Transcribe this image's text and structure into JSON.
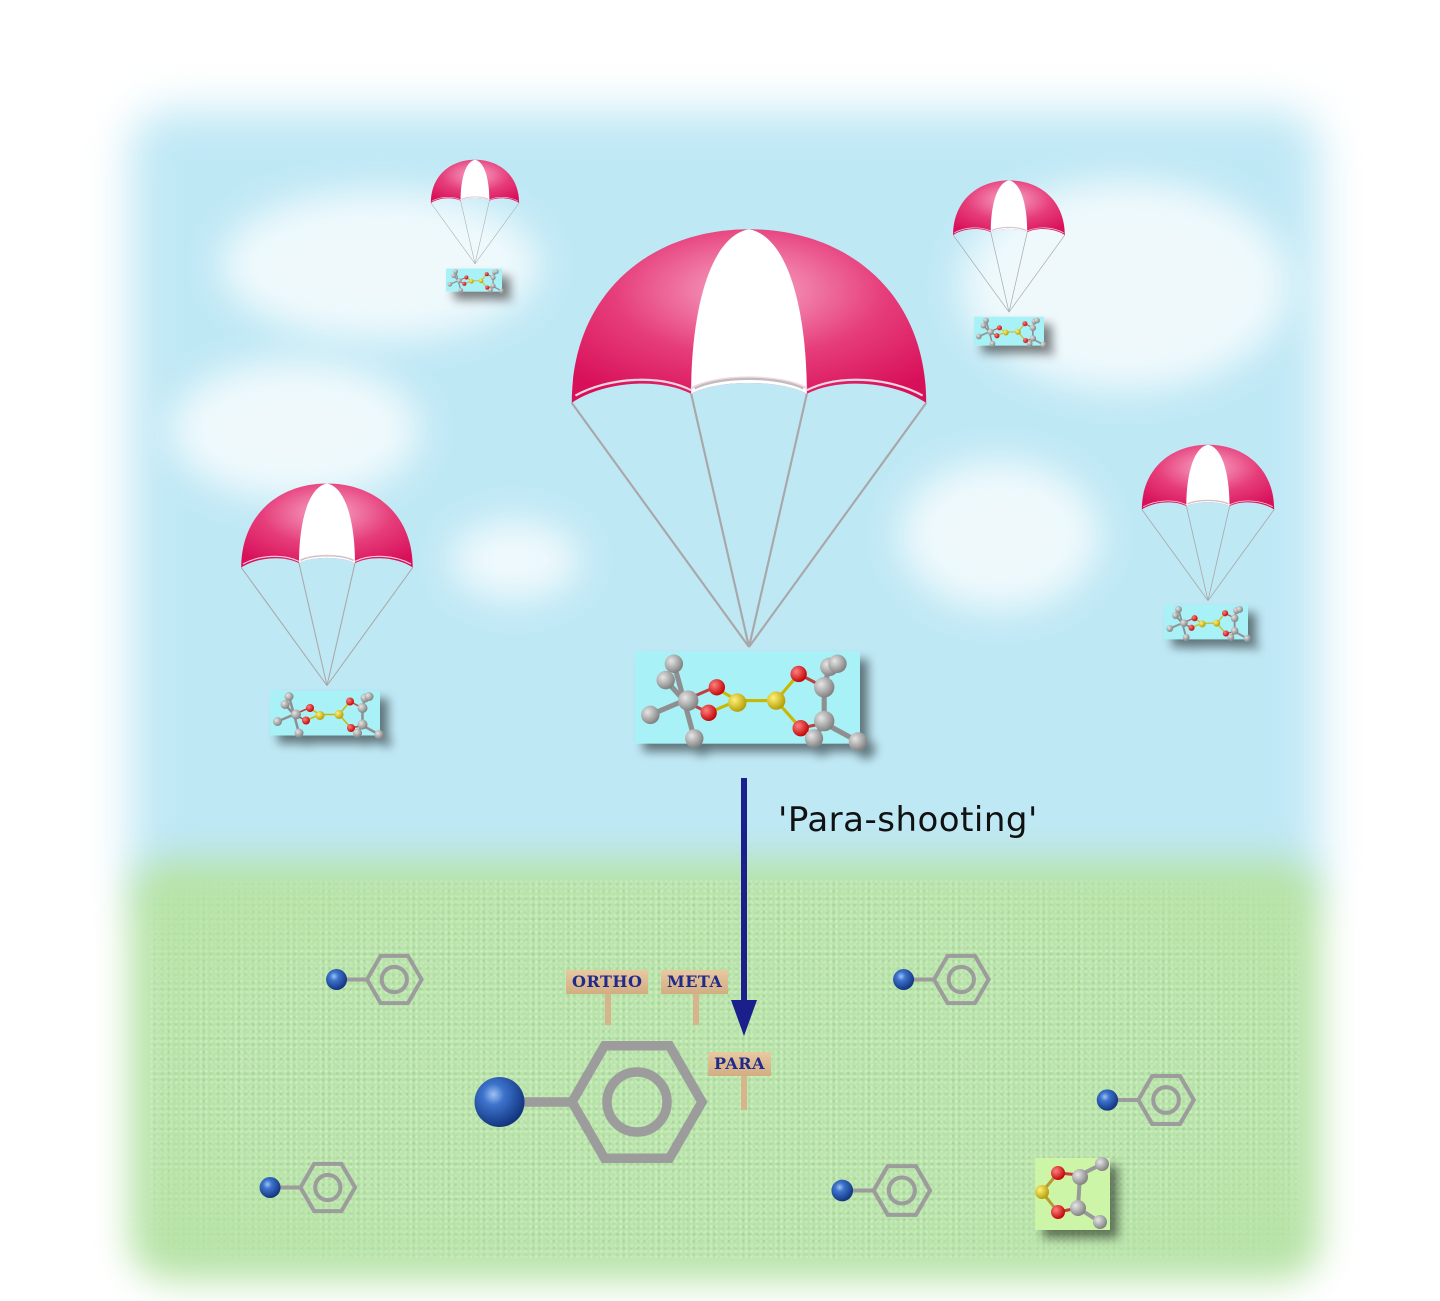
{
  "figure": {
    "annotation": "'Para-shooting'",
    "signs": {
      "ortho": "ORTHO",
      "meta": "META",
      "para": "PARA"
    },
    "elements": {
      "parachutes": [
        {
          "id": "main",
          "size": "large",
          "payload": "dioxaborolane-dimer molecule"
        },
        {
          "id": "top-left",
          "size": "small"
        },
        {
          "id": "top-right",
          "size": "small"
        },
        {
          "id": "left",
          "size": "medium"
        },
        {
          "id": "right",
          "size": "medium"
        }
      ],
      "arrow": {
        "direction": "down",
        "color": "#1a1f8c"
      },
      "ground_molecules": [
        {
          "id": "center-large",
          "substituent": "blue sphere",
          "ring": "benzene"
        },
        {
          "id": "top-left"
        },
        {
          "id": "top-right"
        },
        {
          "id": "bottom-left"
        },
        {
          "id": "bottom-right",
          "para_product": "dioxaborolane attached"
        },
        {
          "id": "right"
        }
      ]
    },
    "colors": {
      "canopy": "#e0185f",
      "canopy_stripe": "#ffffff",
      "sky": "#bfe8f5",
      "ground": "#b6e3a6",
      "ring": "#9c9c9c",
      "sphere": "#1f4fa8",
      "arrow": "#1a1f8c",
      "sign_text": "#1f2a8a",
      "payload_bg": "#a8f2f7",
      "product_bg": "#ccf5a8"
    }
  }
}
